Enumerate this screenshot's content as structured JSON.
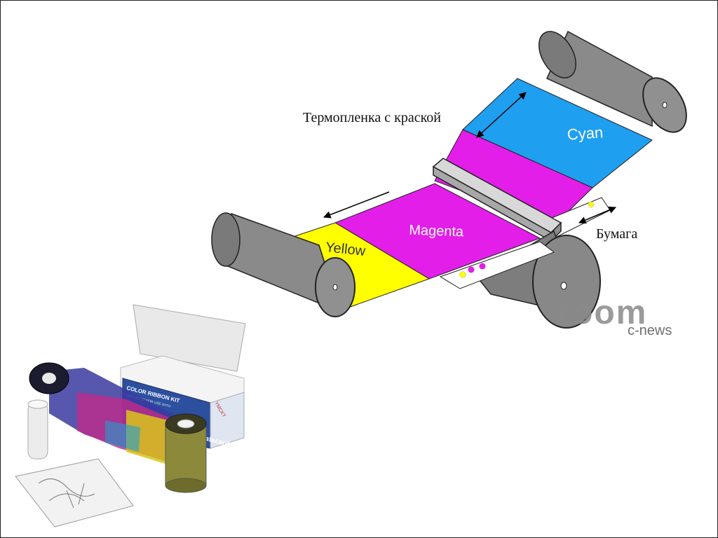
{
  "diagram": {
    "labels": {
      "ribbon": "Термопленка с краской",
      "paper": "Бумага",
      "cyan": "Cyan",
      "magenta": "Magenta",
      "yellow": "Yellow"
    },
    "colors": {
      "cyan": "#1f9ff0",
      "magenta": "#e21ee8",
      "yellow": "#ffff00",
      "roller": "#808080",
      "roller_dark": "#5e5e5e"
    }
  },
  "watermark": {
    "text_main": "zoom",
    "text_sub": "c-news"
  },
  "product": {
    "box_title": "COLOR RIBBON KIT",
    "box_subtitle": "OPTIMIZED FOR USE WITH",
    "box_brand": "datacard",
    "box_badge": "YMCKT"
  }
}
